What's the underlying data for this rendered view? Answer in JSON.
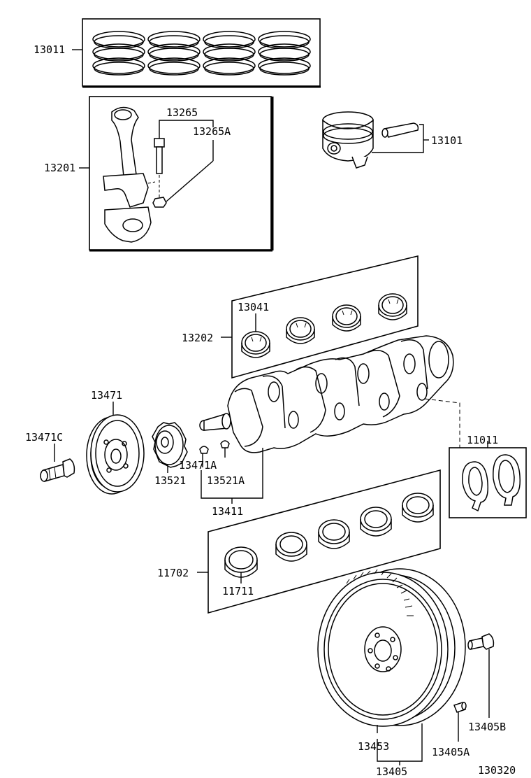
{
  "labels": {
    "l13011": "13011",
    "l13201": "13201",
    "l13265": "13265",
    "l13265A": "13265A",
    "l13101": "13101",
    "l13041": "13041",
    "l13202": "13202",
    "l13471": "13471",
    "l13471C": "13471C",
    "l13471A": "13471A",
    "l13521": "13521",
    "l13521A": "13521A",
    "l13411": "13411",
    "l11011": "11011",
    "l11702": "11702",
    "l11711": "11711",
    "l13453": "13453",
    "l13405A": "13405A",
    "l13405B": "13405B",
    "l13405": "13405",
    "l130320": "130320"
  }
}
